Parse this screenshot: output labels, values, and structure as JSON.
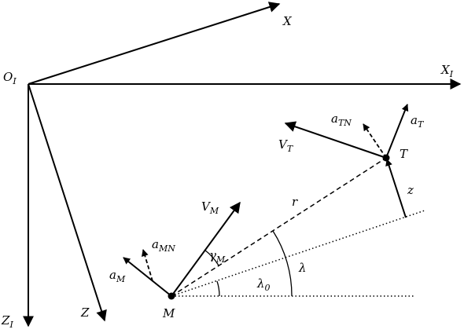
{
  "labels": {
    "origin": {
      "base": "O",
      "sub": "I"
    },
    "x_rotated": {
      "base": "X",
      "sub": ""
    },
    "x_inertial": {
      "base": "X",
      "sub": "I"
    },
    "z_inertial": {
      "base": "Z",
      "sub": "I"
    },
    "z_rotated": {
      "base": "Z",
      "sub": ""
    },
    "target": {
      "base": "T",
      "sub": ""
    },
    "missile": {
      "base": "M",
      "sub": ""
    },
    "target_velocity": {
      "base": "V",
      "sub": "T"
    },
    "missile_velocity": {
      "base": "V",
      "sub": "M"
    },
    "target_normal_accel": {
      "base": "a",
      "sub": "TN"
    },
    "target_accel": {
      "base": "a",
      "sub": "T"
    },
    "missile_normal_accel": {
      "base": "a",
      "sub": "MN"
    },
    "missile_accel": {
      "base": "a",
      "sub": "M"
    },
    "range": {
      "base": "r",
      "sub": ""
    },
    "z_offset": {
      "base": "z",
      "sub": ""
    },
    "los_angle": {
      "base": "λ",
      "sub": ""
    },
    "initial_los_angle": {
      "base": "λ",
      "sub": "0"
    },
    "flight_path_angle": {
      "base": "γ",
      "sub": "M"
    }
  }
}
